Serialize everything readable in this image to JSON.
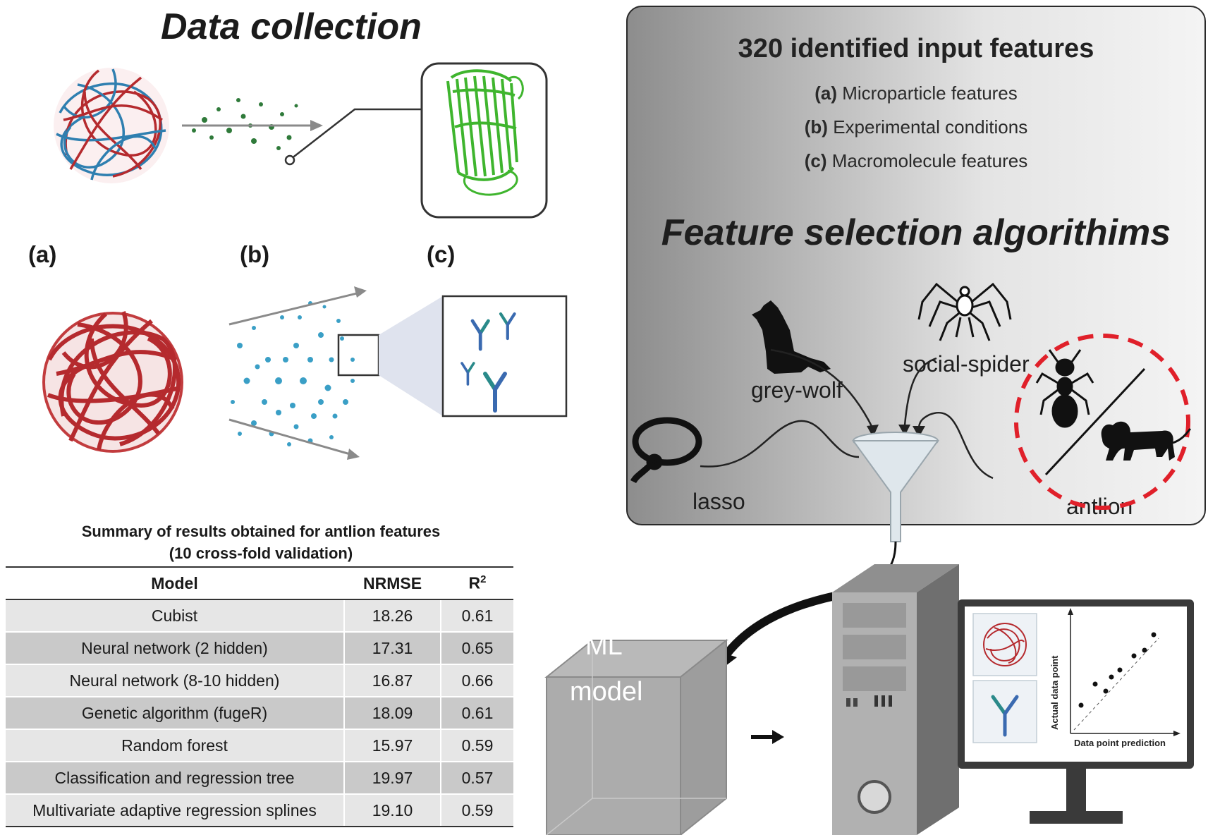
{
  "data_collection": {
    "title": "Data collection",
    "panel_labels": [
      "(a)",
      "(b)",
      "(c)"
    ]
  },
  "features_box": {
    "title": "320 identified input features",
    "items": [
      {
        "letter": "(a)",
        "text": "Microparticle features"
      },
      {
        "letter": "(b)",
        "text": "Experimental conditions"
      },
      {
        "letter": "(c)",
        "text": "Macromolecule features"
      }
    ],
    "selection_title": "Feature selection algorithims",
    "algorithms": {
      "grey_wolf": "grey-wolf",
      "social_spider": "social-spider",
      "lasso": "lasso",
      "antlion": "antlion"
    }
  },
  "results_table": {
    "title_line1": "Summary of results obtained for antlion features",
    "title_line2": "(10 cross-fold validation)",
    "headers": [
      "Model",
      "NRMSE",
      "R",
      "2"
    ],
    "rows": [
      {
        "model": "Cubist",
        "nrmse": "18.26",
        "r2": "0.61"
      },
      {
        "model": "Neural network  (2 hidden)",
        "nrmse": "17.31",
        "r2": "0.65"
      },
      {
        "model": "Neural network  (8-10 hidden)",
        "nrmse": "16.87",
        "r2": "0.66"
      },
      {
        "model": "Genetic algorithm (fugeR)",
        "nrmse": "18.09",
        "r2": "0.61"
      },
      {
        "model": "Random forest",
        "nrmse": "15.97",
        "r2": "0.59"
      },
      {
        "model": "Classification and regression tree",
        "nrmse": "19.97",
        "r2": "0.57"
      },
      {
        "model": "Multivariate adaptive regression splines",
        "nrmse": "19.10",
        "r2": "0.59"
      }
    ]
  },
  "ml_box": {
    "line1": "ML",
    "line2": "model"
  },
  "monitor_plot": {
    "ylabel": "Actual data point",
    "xlabel": "Data point prediction"
  },
  "colors": {
    "red_strand": "#b52a2e",
    "blue_strand": "#2f7fb0",
    "green_protein": "#3fb52e",
    "dot_blue": "#3a9fc6",
    "dashed_circle": "#e0202a"
  }
}
